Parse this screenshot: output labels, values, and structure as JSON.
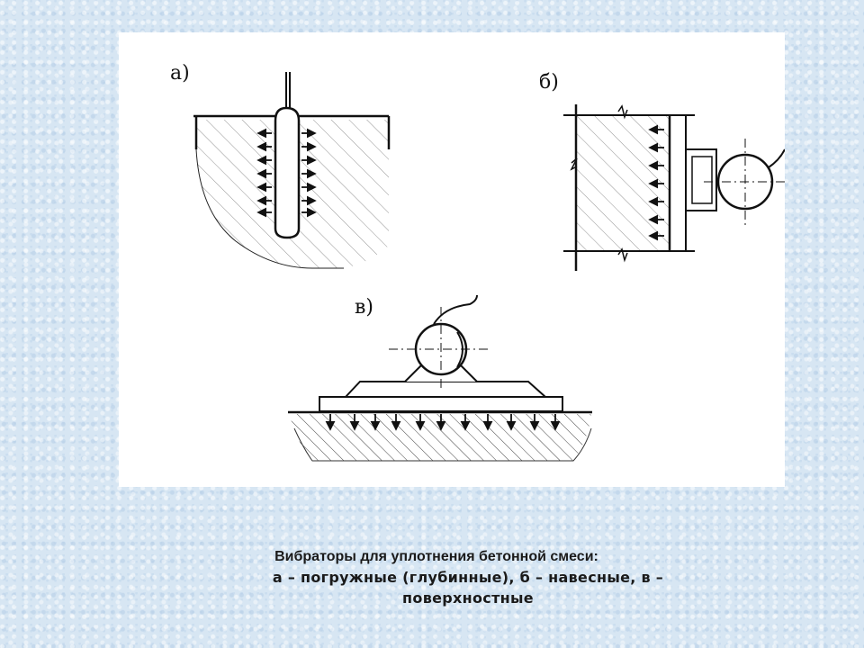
{
  "figure": {
    "label_a": "а)",
    "label_b": "б)",
    "label_v": "в)"
  },
  "caption": {
    "title": "Вибраторы для уплотнения бетонной смеси:",
    "line1": "а – погружные (глубинные), б – навесные, в –",
    "line2": "поверхностные"
  },
  "colors": {
    "background": "#d7e6f3",
    "panel": "#ffffff",
    "ink": "#111111"
  }
}
